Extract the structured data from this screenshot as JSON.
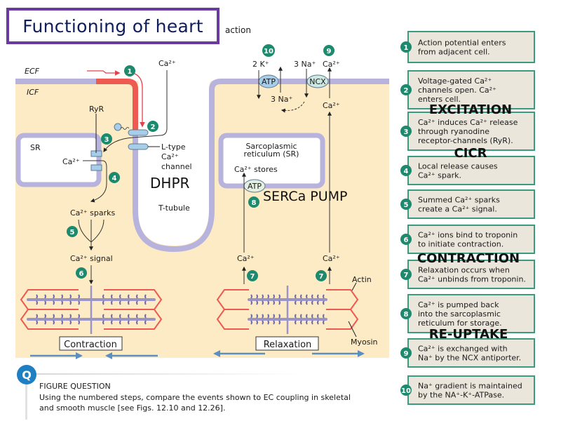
{
  "title": "Functioning of heart",
  "partial_caption": "action",
  "compartments": {
    "ecf": "ECF",
    "icf": "ICF"
  },
  "labels": {
    "ca_outside": "Ca²⁺",
    "ryr": "RyR",
    "sr_left": "SR",
    "ca_sr_left": "Ca²⁺",
    "l_type_1": "L-type",
    "l_type_2": "Ca²⁺",
    "l_type_3": "channel",
    "dhpr": "DHPR",
    "t_tubule": "T-tubule",
    "ca_sparks": "Ca²⁺ sparks",
    "ca_signal": "Ca²⁺ signal",
    "k_in": "2 K⁺",
    "na_out": "3 Na⁺",
    "na_in": "3 Na⁺",
    "ca_ncx_out": "Ca²⁺",
    "ca_ncx_in": "Ca²⁺",
    "atp_pump": "ATP",
    "ncx": "NCX",
    "sr_right_1": "Sarcoplasmic",
    "sr_right_2": "reticulum (SR)",
    "ca_stores": "Ca²⁺ stores",
    "atp_serca": "ATP",
    "serca_pump": "SERCa PUMP",
    "ca_relax_left": "Ca²⁺",
    "ca_relax_right": "Ca²⁺",
    "actin": "Actin",
    "myosin": "Myosin",
    "contraction": "Contraction",
    "relaxation": "Relaxation"
  },
  "step_markers": [
    "1",
    "2",
    "3",
    "4",
    "5",
    "6",
    "7",
    "7",
    "8",
    "9",
    "10"
  ],
  "steps": [
    {
      "num": "1",
      "lines": [
        "Action potential enters",
        "from adjacent cell."
      ]
    },
    {
      "num": "2",
      "lines": [
        "Voltage-gated Ca²⁺",
        "channels open. Ca²⁺",
        "enters cell."
      ]
    },
    {
      "num": "3",
      "lines": [
        "Ca²⁺ induces Ca²⁺ release",
        "through ryanodine",
        "receptor-channels (RyR)."
      ]
    },
    {
      "num": "4",
      "lines": [
        "Local release causes",
        "Ca²⁺ spark."
      ]
    },
    {
      "num": "5",
      "lines": [
        "Summed Ca²⁺ sparks",
        "create a Ca²⁺ signal."
      ]
    },
    {
      "num": "6",
      "lines": [
        "Ca²⁺ ions bind to troponin",
        "to initiate contraction."
      ]
    },
    {
      "num": "7",
      "lines": [
        "Relaxation occurs when",
        "Ca²⁺ unbinds from troponin."
      ]
    },
    {
      "num": "8",
      "lines": [
        "Ca²⁺ is pumped back",
        "into the sarcoplasmic",
        "reticulum for storage."
      ]
    },
    {
      "num": "9",
      "lines": [
        "Ca²⁺ is exchanged with",
        "Na⁺ by the NCX antiporter."
      ]
    },
    {
      "num": "10",
      "lines": [
        "Na⁺ gradient is maintained",
        "by the NA⁺-K⁺-ATPase."
      ]
    }
  ],
  "phases": {
    "excitation": "EXCITATION",
    "cicr": "CICR",
    "contraction": "CONTRACTION",
    "reuptake": "RE-UPTAKE"
  },
  "figure_question": {
    "icon": "Q",
    "heading": "FIGURE QUESTION",
    "body": "Using the numbered steps, compare the events shown to EC coupling in skeletal and smooth muscle [see Figs. 12.10 and 12.26]."
  },
  "colors": {
    "icf": "#fdebc5",
    "membrane": "#b7b3dc",
    "depolarized": "#ee5a52",
    "marker": "#1d8a6e",
    "box_fill": "#ebe6dc",
    "box_border": "#3c9a7e",
    "title_border": "#6a3aa0",
    "title_text": "#0f1d5a",
    "channel": "#a8cde8",
    "ncx_fill": "#cde8e2",
    "arrow_blue": "#5b8fc2"
  }
}
